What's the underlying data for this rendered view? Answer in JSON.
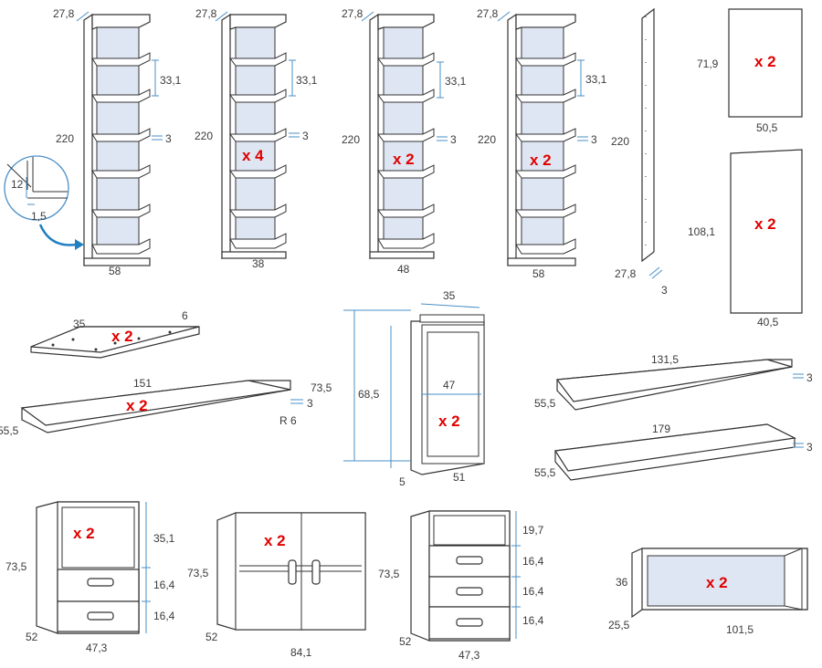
{
  "colors": {
    "accent_quantity": "#e10000",
    "dimension_line": "#4a8fc7",
    "panel_fill": "#dfe6f3",
    "outline": "#333333"
  },
  "parts": [
    {
      "id": "shelf-58",
      "depth": "27,8",
      "shelf_gap": "33,1",
      "shelf_thk": "3",
      "height": "220",
      "width": "58",
      "detail_a": "12",
      "detail_b": "1,5"
    },
    {
      "id": "shelf-38",
      "depth": "27,8",
      "shelf_gap": "33,1",
      "shelf_thk": "3",
      "height": "220",
      "width": "38",
      "qty": "x 4"
    },
    {
      "id": "shelf-48",
      "depth": "27,8",
      "shelf_gap": "33,1",
      "shelf_thk": "3",
      "height": "220",
      "width": "48",
      "qty": "x 2"
    },
    {
      "id": "shelf-58b",
      "depth": "27,8",
      "shelf_gap": "33,1",
      "shelf_thk": "3",
      "height": "220",
      "width": "58",
      "qty": "x 2"
    },
    {
      "id": "side-panel",
      "height": "220",
      "depth": "27,8",
      "thk": "3"
    },
    {
      "id": "panel-small",
      "height": "71,9",
      "width": "50,5",
      "qty": "x 2"
    },
    {
      "id": "panel-large",
      "height": "108,1",
      "width": "40,5",
      "qty": "x 2"
    },
    {
      "id": "board-small",
      "length": "35",
      "thk": "6",
      "qty": "x 2"
    },
    {
      "id": "board-long",
      "length": "151",
      "depth": "55,5",
      "thk": "3",
      "radius": "R 6",
      "qty": "x 2"
    },
    {
      "id": "frame",
      "top": "35",
      "outer_h": "73,5",
      "inner_h": "68,5",
      "inner_w": "47",
      "bottom_w": "51",
      "thk": "5",
      "qty": "x 2"
    },
    {
      "id": "top-1315",
      "length": "131,5",
      "depth": "55,5",
      "thk": "3"
    },
    {
      "id": "top-179",
      "length": "179",
      "depth": "55,5",
      "thk": "3"
    },
    {
      "id": "cabinet-a",
      "height": "73,5",
      "top_h": "35,1",
      "drawer1": "16,4",
      "drawer2": "16,4",
      "depth": "52",
      "width": "47,3",
      "qty": "x 2"
    },
    {
      "id": "cabinet-b",
      "height": "73,5",
      "depth": "52",
      "width": "84,1",
      "qty": "x 2"
    },
    {
      "id": "cabinet-c",
      "height": "73,5",
      "top_h": "19,7",
      "drawer1": "16,4",
      "drawer2": "16,4",
      "drawer3": "16,4",
      "depth": "52",
      "width": "47,3"
    },
    {
      "id": "wall-box",
      "height": "36",
      "depth": "25,5",
      "width": "101,5",
      "qty": "x 2"
    }
  ]
}
